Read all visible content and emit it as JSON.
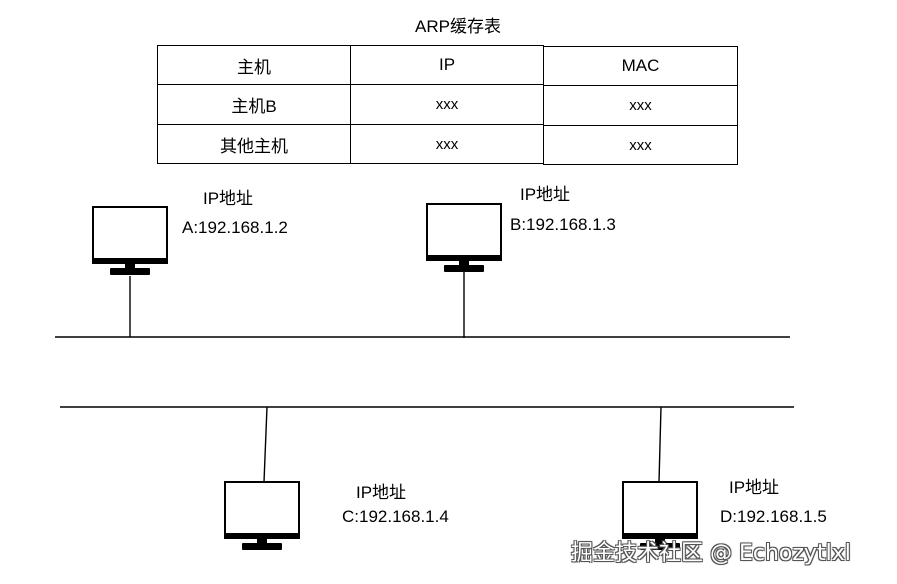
{
  "table": {
    "title": "ARP缓存表",
    "headers": [
      "主机",
      "IP",
      "MAC"
    ],
    "rows": [
      [
        "主机B",
        "xxx",
        "xxx"
      ],
      [
        "其他主机",
        "xxx",
        "xxx"
      ]
    ]
  },
  "hosts": [
    {
      "ip_label": "IP地址",
      "address": "A:192.168.1.2"
    },
    {
      "ip_label": "IP地址",
      "address": "B:192.168.1.3"
    },
    {
      "ip_label": "IP地址",
      "address": "C:192.168.1.4"
    },
    {
      "ip_label": "IP地址",
      "address": "D:192.168.1.5"
    }
  ],
  "watermark": "掘金技术社区 @ Echozytlxl"
}
